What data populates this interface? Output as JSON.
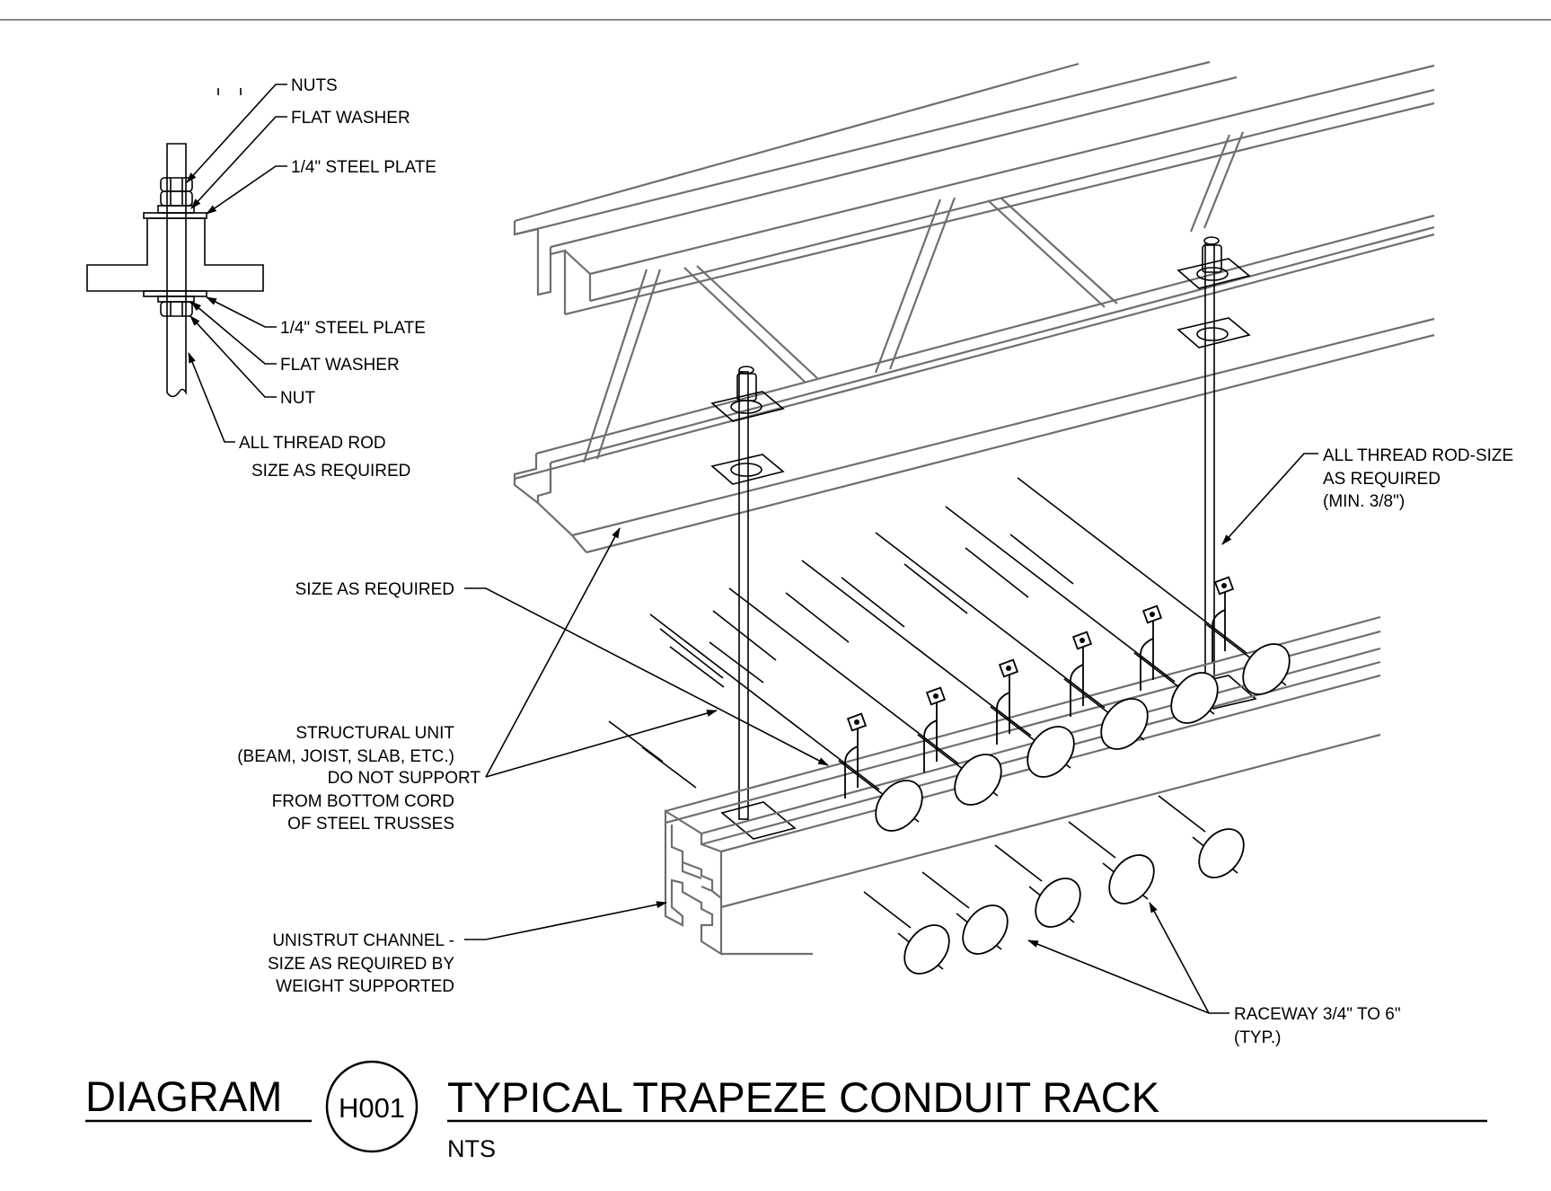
{
  "detail_callouts": {
    "nuts": "NUTS",
    "flat_washer_top": "FLAT WASHER",
    "steel_plate_top": "1/4\" STEEL PLATE",
    "steel_plate_bottom": "1/4\" STEEL PLATE",
    "flat_washer_bottom": "FLAT WASHER",
    "nut": "NUT",
    "rod_line1": "ALL THREAD ROD",
    "rod_line2": "SIZE AS REQUIRED"
  },
  "main_callouts": {
    "rod_size_line1": "ALL THREAD ROD-SIZE",
    "rod_size_line2": "AS REQUIRED",
    "rod_size_line3": "(MIN. 3/8\")",
    "size_as_required": "SIZE AS REQUIRED",
    "structural_line1": "STRUCTURAL UNIT",
    "structural_line2": "(BEAM, JOIST, SLAB, ETC.)",
    "structural_line3": "DO NOT SUPPORT",
    "structural_line4": "FROM BOTTOM CORD",
    "structural_line5": "OF STEEL TRUSSES",
    "unistrut_line1": "UNISTRUT CHANNEL -",
    "unistrut_line2": "SIZE AS REQUIRED BY",
    "unistrut_line3": "WEIGHT SUPPORTED",
    "raceway_line1": "RACEWAY 3/4\" TO 6\"",
    "raceway_line2": "(TYP.)"
  },
  "title_block": {
    "diagram_word": "DIAGRAM",
    "diagram_id": "H001",
    "title": "TYPICAL TRAPEZE CONDUIT RACK",
    "scale": "NTS"
  }
}
